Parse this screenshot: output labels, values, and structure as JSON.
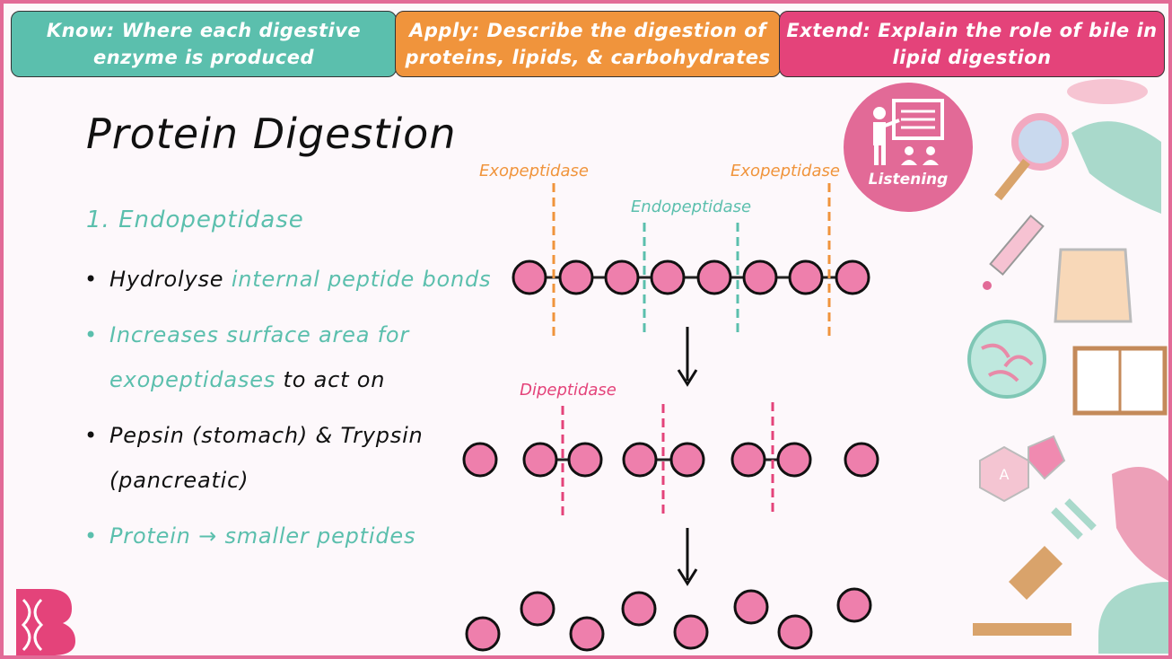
{
  "banners": {
    "know": "Know: Where each digestive enzyme is produced",
    "apply": "Apply: Describe the digestion of proteins, lipids, & carbohydrates",
    "extend": "Extend: Explain the role of bile in lipid digestion"
  },
  "title": "Protein Digestion",
  "heading": "1. Endopeptidase",
  "bullets": [
    {
      "dot": "•",
      "part1": "Hydrolyse ",
      "part2": "internal peptide bonds"
    },
    {
      "dot": "•",
      "part1": "Increases surface area for exopeptidases",
      "part2": " to act on"
    },
    {
      "dot": "•",
      "part1": "Pepsin (stomach) & Trypsin (pancreatic)"
    },
    {
      "dot": "•",
      "part1": "Protein → smaller peptides"
    }
  ],
  "diagram": {
    "exo_label_left": "Exopeptidase",
    "exo_label_right": "Exopeptidase",
    "endo_label": "Endopeptidase",
    "dipeptidase_label": "Dipeptidase"
  },
  "badge": {
    "label": "Listening",
    "icon": "teacher-presentation-icon"
  },
  "colors": {
    "teal": "#5bbfad",
    "orange": "#f0943c",
    "pink": "#e4437a",
    "bead": "#ee7fac",
    "border": "#e26a97"
  }
}
